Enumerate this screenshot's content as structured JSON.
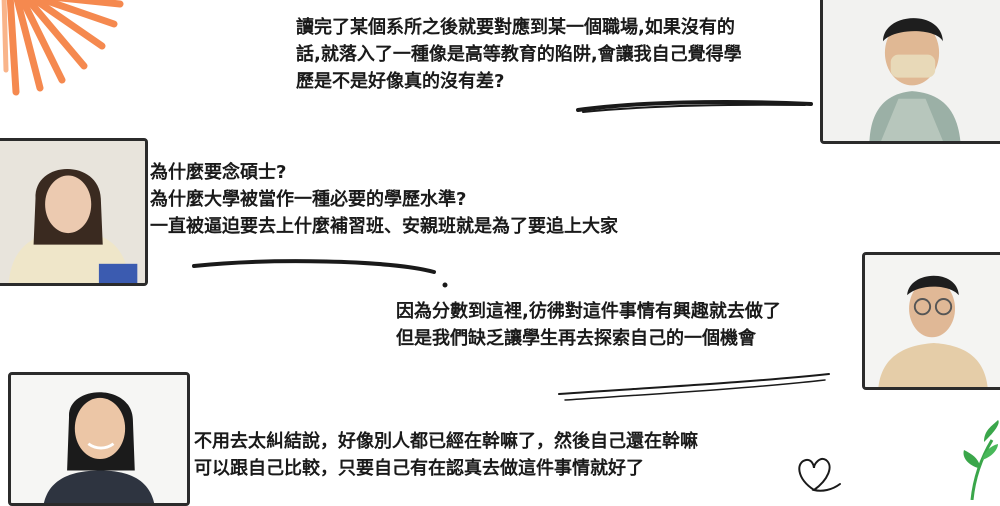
{
  "quotes": [
    {
      "lines": [
        "讀完了某個系所之後就要對應到某一個職場,如果沒有的",
        "話,就落入了一種像是高等教育的陷阱,會讓我自己覺得學",
        "歷是不是好像真的沒有差?"
      ]
    },
    {
      "lines": [
        "為什麼要念碩士?",
        "為什麼大學被當作一種必要的學歷水準?",
        "一直被逼迫要去上什麼補習班、安親班就是為了要追上大家"
      ]
    },
    {
      "lines": [
        "因為分數到這裡,彷彿對這件事情有興趣就去做了",
        "但是我們缺乏讓學生再去探索自己的一個機會"
      ]
    },
    {
      "lines": [
        "不用去太糾結說，好像別人都已經在幹嘛了，然後自己還在幹嘛",
        "可以跟自己比較，只要自己有在認真去做這件事情就好了"
      ]
    }
  ],
  "colors": {
    "sun_orange": "#f5894f",
    "sun_light": "#f9b48a",
    "ink": "#1a1a1a",
    "frame": "#2b2b2b",
    "leaf_green": "#3aa64a"
  },
  "icons": {
    "sunburst": "sun-rays-decoration",
    "heart": "heart-doodle",
    "leaf": "leaf-decoration"
  }
}
